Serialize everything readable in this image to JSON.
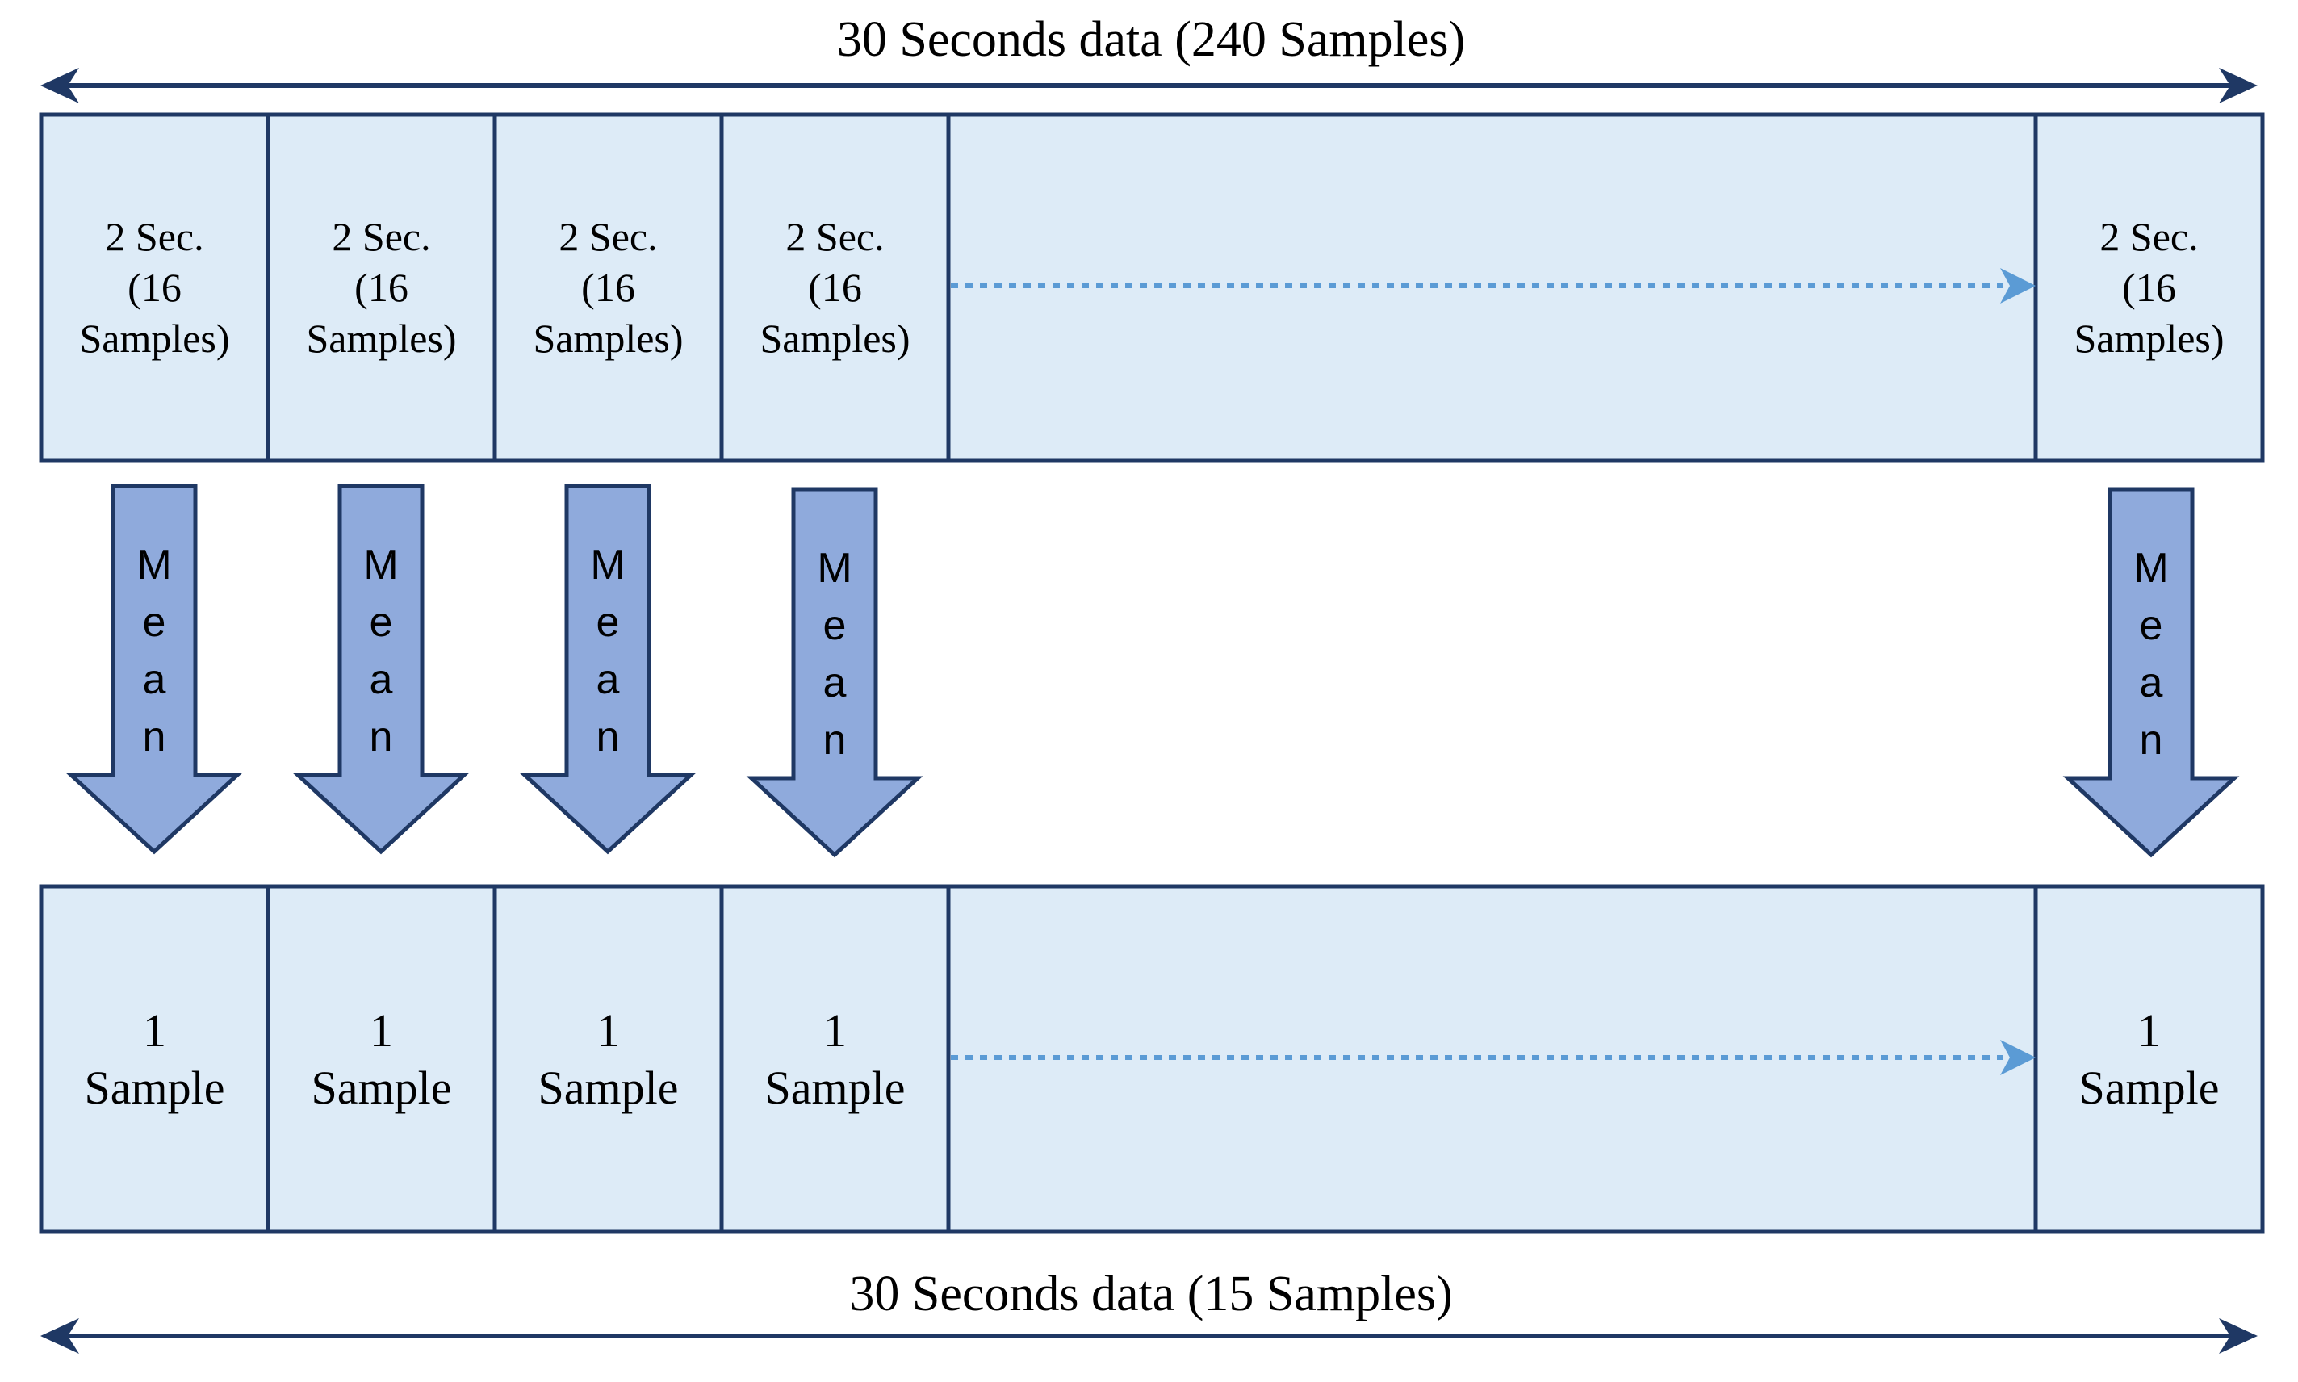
{
  "diagram": {
    "top_label": "30 Seconds data (240 Samples)",
    "bottom_label": "30 Seconds data (15 Samples)",
    "top_cells": [
      {
        "line1": "2 Sec.",
        "line2": "(16",
        "line3": "Samples)"
      },
      {
        "line1": "2 Sec.",
        "line2": "(16",
        "line3": "Samples)"
      },
      {
        "line1": "2 Sec.",
        "line2": "(16",
        "line3": "Samples)"
      },
      {
        "line1": "2 Sec.",
        "line2": "(16",
        "line3": "Samples)"
      },
      {
        "line1": "2 Sec.",
        "line2": "(16",
        "line3": "Samples)"
      }
    ],
    "bottom_cells": [
      {
        "line1": "1",
        "line2": "Sample"
      },
      {
        "line1": "1",
        "line2": "Sample"
      },
      {
        "line1": "1",
        "line2": "Sample"
      },
      {
        "line1": "1",
        "line2": "Sample"
      },
      {
        "line1": "1",
        "line2": "Sample"
      }
    ],
    "mean_arrows": [
      {
        "letters": [
          "M",
          "e",
          "a",
          "n"
        ]
      },
      {
        "letters": [
          "M",
          "e",
          "a",
          "n"
        ]
      },
      {
        "letters": [
          "M",
          "e",
          "a",
          "n"
        ]
      },
      {
        "letters": [
          "M",
          "e",
          "a",
          "n"
        ]
      },
      {
        "letters": [
          "M",
          "e",
          "a",
          "n"
        ]
      }
    ],
    "colors": {
      "cell_fill": "#DDEBF7",
      "border": "#1F3864",
      "arrow_fill": "#8FAADC",
      "arrow_stroke": "#1F3864",
      "dotted_arrow": "#5B9BD5",
      "span_arrow": "#1F3864"
    }
  }
}
